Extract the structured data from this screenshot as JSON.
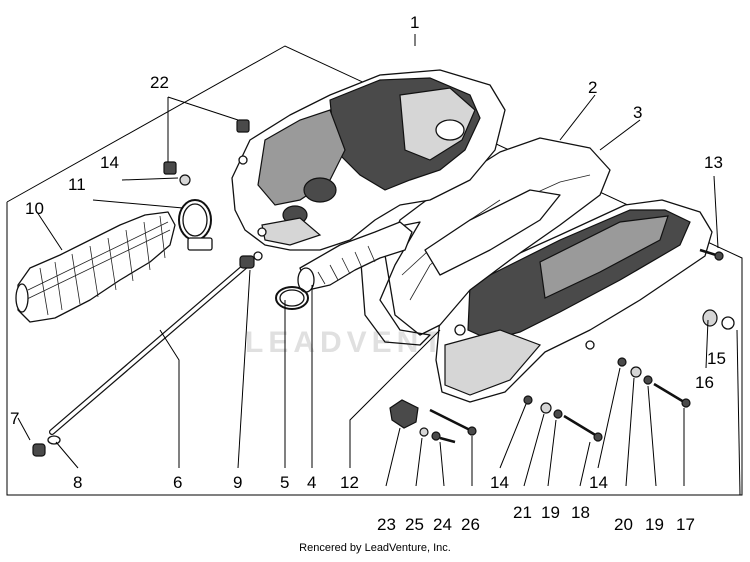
{
  "callouts": {
    "c1": "1",
    "c2": "2",
    "c3": "3",
    "c4": "4",
    "c5": "5",
    "c6": "6",
    "c7": "7",
    "c8": "8",
    "c9": "9",
    "c10": "10",
    "c11": "11",
    "c12": "12",
    "c13": "13",
    "c14a": "14",
    "c14b": "14",
    "c14c": "14",
    "c15": "15",
    "c16": "16",
    "c17": "17",
    "c18": "18",
    "c19a": "19",
    "c19b": "19",
    "c20": "20",
    "c21": "21",
    "c22": "22",
    "c23": "23",
    "c24": "24",
    "c25": "25",
    "c26": "26"
  },
  "watermark": "LEADVENTURE",
  "footer": "Rencered by LeadVenture, Inc."
}
